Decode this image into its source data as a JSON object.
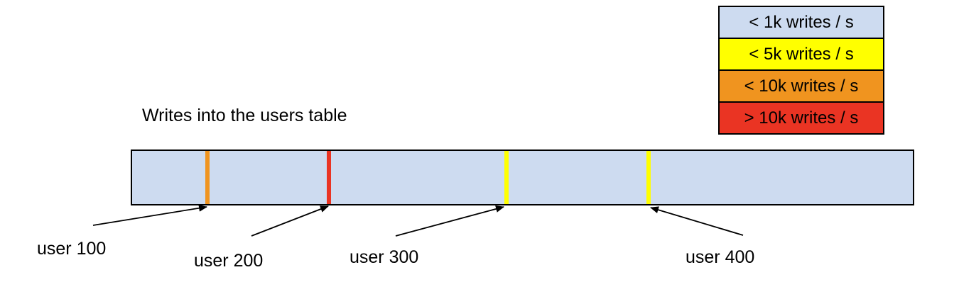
{
  "title": "Writes into the users table",
  "colors": {
    "bar_fill": "#CDDBF0",
    "lt_1k": "#CDDBF0",
    "lt_5k": "#FFFF00",
    "lt_10k": "#F0941F",
    "gt_10k": "#EA3423",
    "border": "#000000"
  },
  "legend": {
    "items": [
      {
        "label": "< 1k writes / s",
        "color": "#CDDBF0"
      },
      {
        "label": "< 5k writes / s",
        "color": "#FFFF00"
      },
      {
        "label": "< 10k writes / s",
        "color": "#F0941F"
      },
      {
        "label": "> 10k writes / s",
        "color": "#EA3423"
      }
    ]
  },
  "markers": [
    {
      "label": "user 100",
      "rate": "< 10k writes / s",
      "color": "#F0941F"
    },
    {
      "label": "user 200",
      "rate": "> 10k writes / s",
      "color": "#EA3423"
    },
    {
      "label": "user 300",
      "rate": "< 5k writes / s",
      "color": "#FFFF00"
    },
    {
      "label": "user 400",
      "rate": "< 5k writes / s",
      "color": "#FFFF00"
    }
  ]
}
